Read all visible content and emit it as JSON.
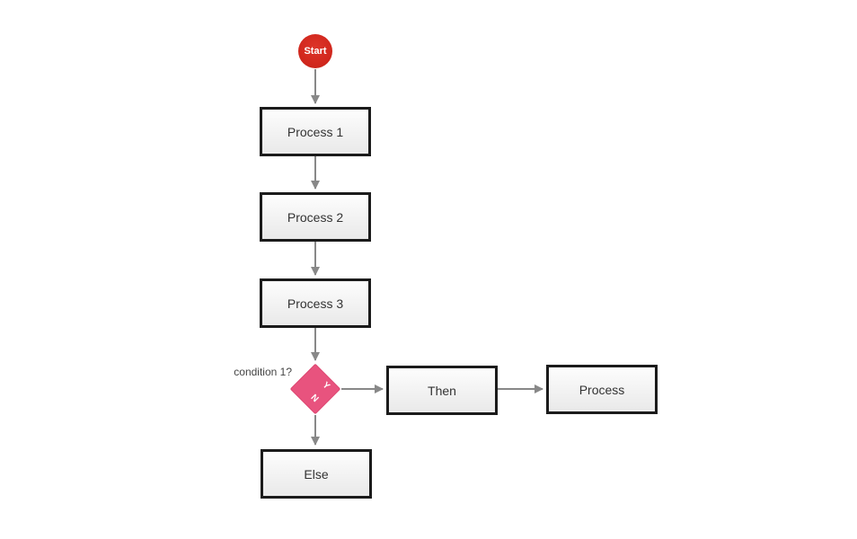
{
  "diagram": {
    "title": "flowchart",
    "nodes": {
      "start": {
        "label": "Start",
        "shape": "circle",
        "fill": "#d2281e"
      },
      "process1": {
        "label": "Process 1",
        "shape": "rect"
      },
      "process2": {
        "label": "Process 2",
        "shape": "rect"
      },
      "process3": {
        "label": "Process 3",
        "shape": "rect"
      },
      "condition": {
        "label": "condition 1?",
        "shape": "diamond",
        "fill": "#e8537e",
        "yes_label": "Y",
        "no_label": "N"
      },
      "then": {
        "label": "Then",
        "shape": "rect"
      },
      "process": {
        "label": "Process",
        "shape": "rect"
      },
      "else": {
        "label": "Else",
        "shape": "rect"
      }
    },
    "edges": [
      {
        "from": "start",
        "to": "process1"
      },
      {
        "from": "process1",
        "to": "process2"
      },
      {
        "from": "process2",
        "to": "process3"
      },
      {
        "from": "process3",
        "to": "condition"
      },
      {
        "from": "condition",
        "to": "then",
        "branch": "Y"
      },
      {
        "from": "then",
        "to": "process"
      },
      {
        "from": "condition",
        "to": "else",
        "branch": "N"
      }
    ],
    "colors": {
      "connector": "#888888",
      "node_border": "#1b1b1b",
      "node_fill_top": "#fdfdfd",
      "node_fill_bottom": "#e9e9e9",
      "start_fill": "#d2281e",
      "condition_fill": "#e8537e",
      "text": "#333333",
      "background": "#ffffff"
    }
  }
}
